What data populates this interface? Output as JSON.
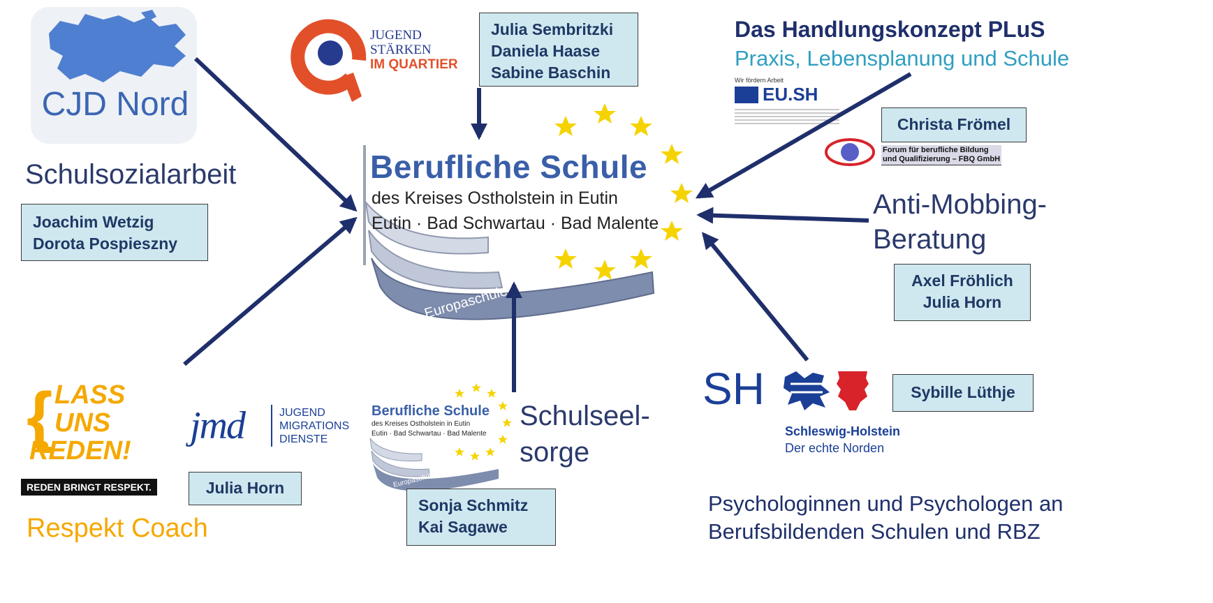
{
  "cjd": {
    "logo_text": "CJD Nord",
    "caption": "Schulsozialarbeit",
    "people": [
      "Joachim Wetzig",
      "Dorota Pospieszny"
    ]
  },
  "jsq": {
    "logo_lines": [
      "JUGEND",
      "STÄRKEN",
      "IM QUARTIER"
    ],
    "people": [
      "Julia Sembritzki",
      "Daniela Haase",
      "Sabine Baschin"
    ]
  },
  "center": {
    "title": "Berufliche Schule",
    "line2": "des Kreises Ostholstein in Eutin",
    "line3": "Eutin · Bad Schwartau · Bad Malente",
    "band": "Europaschule"
  },
  "plus": {
    "title": "Das Handlungskonzept PLuS",
    "subtitle": "Praxis, Lebensplanung und Schule",
    "eu_top": "Wir fördern Arbeit",
    "eu_logo": "EU.SH",
    "person": "Christa Frömel",
    "fbq": [
      "Forum für berufliche Bildung",
      "und Qualifizierung – FBQ GmbH"
    ]
  },
  "antimobbing": {
    "caption_lines": [
      "Anti-Mobbing-",
      "Beratung"
    ],
    "people": [
      "Axel Fröhlich",
      "Julia Horn"
    ]
  },
  "sh": {
    "logo_letters": "SH",
    "name": "Schleswig-Holstein",
    "slogan": "Der echte Norden",
    "person": "Sybille Lüthje",
    "caption_lines": [
      "Psychologinnen und Psychologen an",
      "Berufsbildenden Schulen und RBZ"
    ]
  },
  "seelsorge": {
    "small_title": "Berufliche Schule",
    "small_line2": "des Kreises Ostholstein in Eutin",
    "small_line3": "Eutin · Bad Schwartau · Bad Malente",
    "small_band": "Europaschule",
    "caption_lines": [
      "Schulseel-",
      "sorge"
    ],
    "people": [
      "Sonja Schmitz",
      "Kai Sagawe"
    ]
  },
  "jmd": {
    "logo": "jmd",
    "lines": [
      "JUGEND",
      "MIGRATIONS",
      "DIENSTE"
    ],
    "person": "Julia Horn"
  },
  "lur": {
    "logo_lines": [
      "LASS",
      "UNS",
      "REDEN!"
    ],
    "slogan": "REDEN BRINGT RESPEKT.",
    "caption": "Respekt Coach"
  },
  "colors": {
    "navy": "#1f2f6b",
    "box_fill": "#cfe8f0",
    "star": "#f5d300",
    "orange": "#f5a800",
    "logo_blue": "#3b66b3",
    "jsq_red": "#e2502a",
    "sh_red": "#d8232a"
  }
}
